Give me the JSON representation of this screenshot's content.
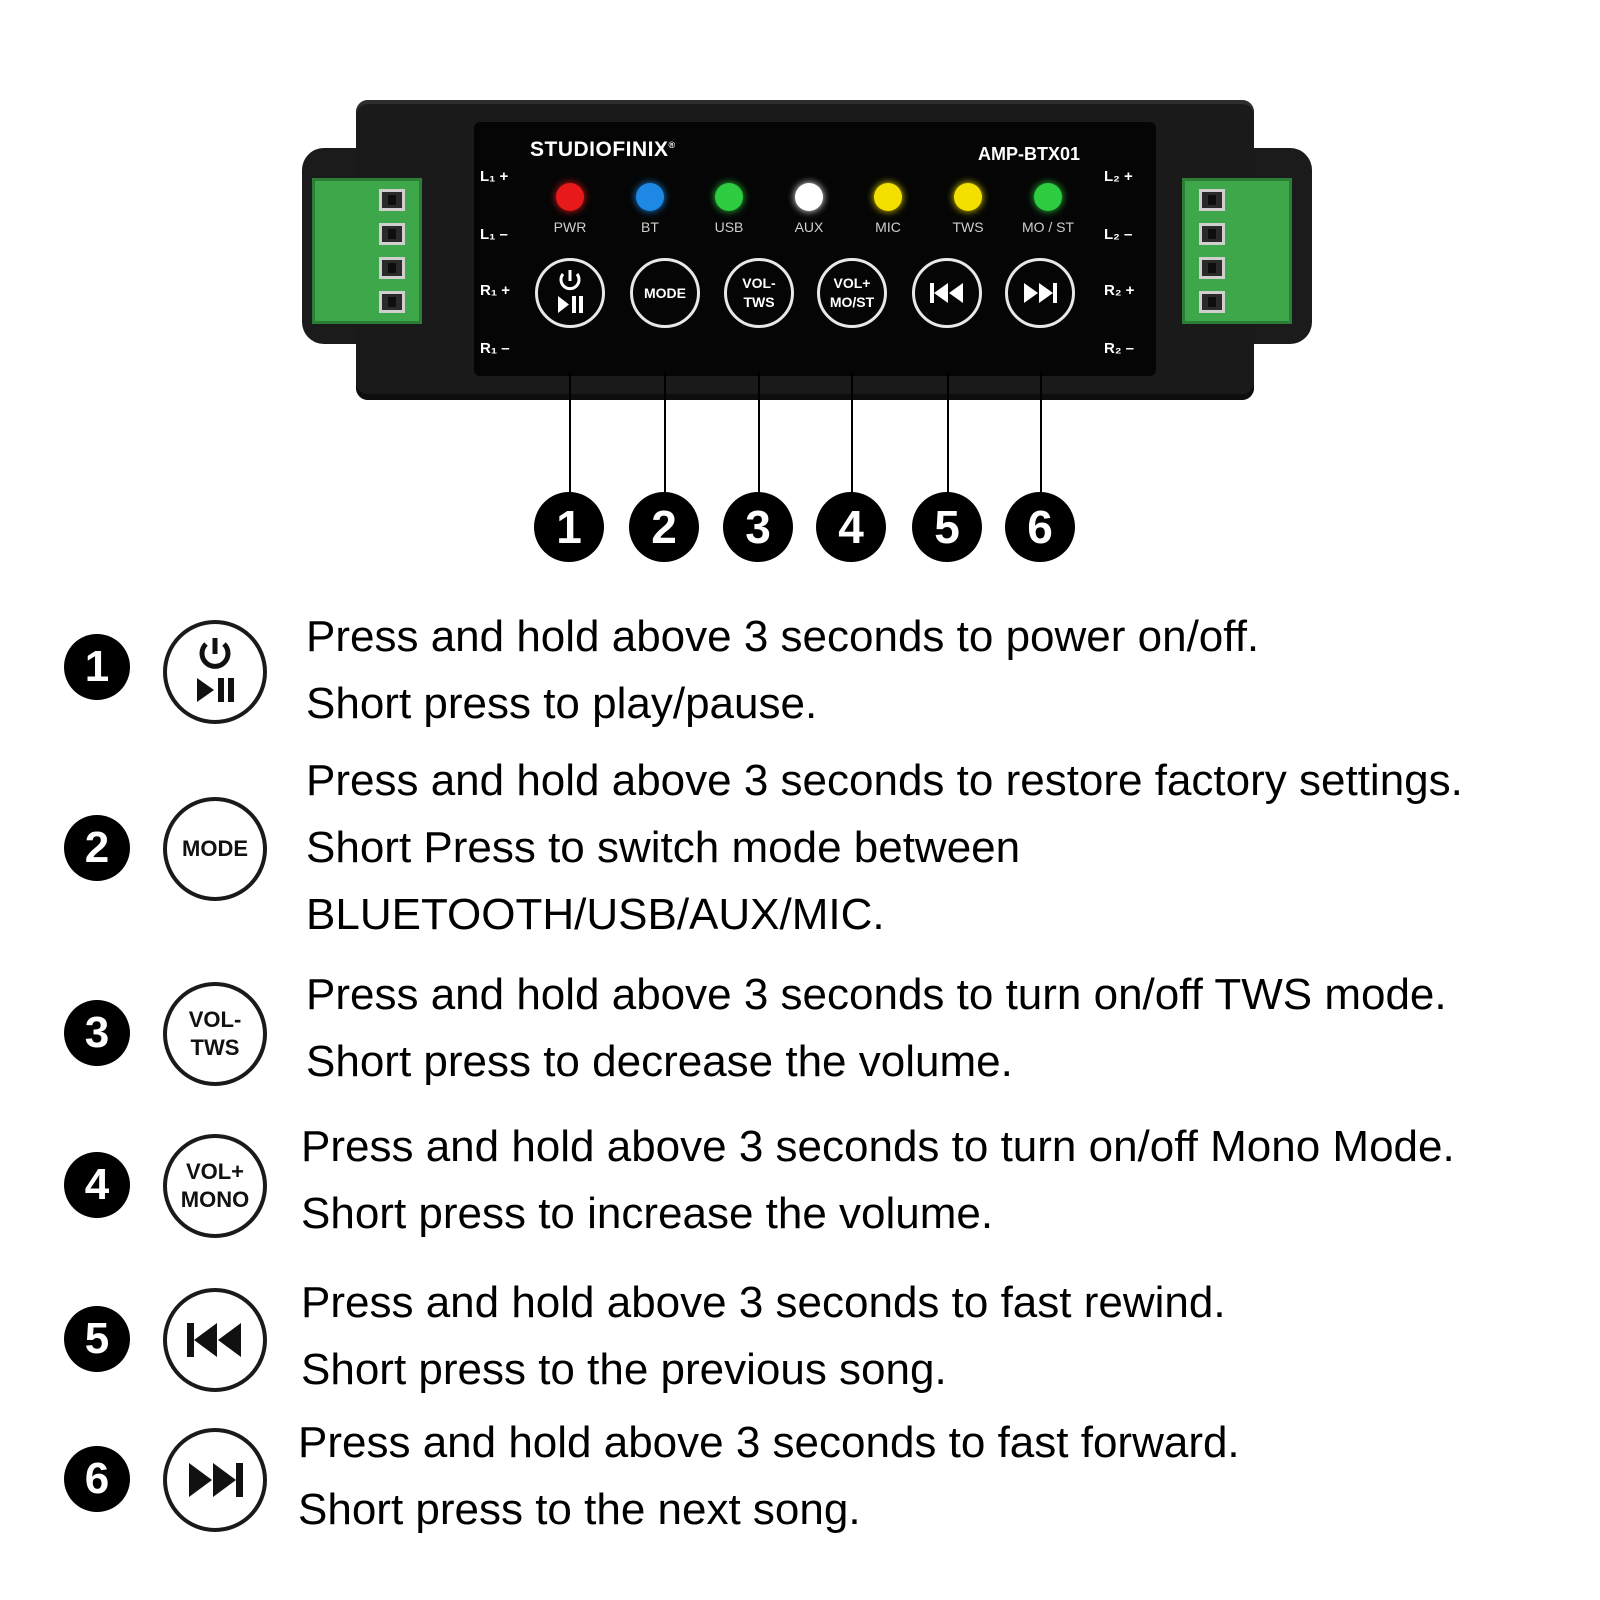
{
  "device": {
    "brand": "STUDIOFINIX",
    "brand_mark": "®",
    "model": "AMP-BTX01",
    "channels_left": [
      "L₁ +",
      "L₁ –",
      "R₁ +",
      "R₁ –"
    ],
    "channels_right": [
      "L₂ +",
      "L₂ –",
      "R₂ +",
      "R₂ –"
    ],
    "leds": [
      {
        "label": "PWR",
        "color": "#e8191b"
      },
      {
        "label": "BT",
        "color": "#1e88e5"
      },
      {
        "label": "USB",
        "color": "#2ecc40"
      },
      {
        "label": "AUX",
        "color": "#ffffff"
      },
      {
        "label": "MIC",
        "color": "#f2df00"
      },
      {
        "label": "TWS",
        "color": "#f2df00"
      },
      {
        "label": "MO / ST",
        "color": "#2ecc40"
      }
    ],
    "buttons": [
      {
        "icon": "power-play-pause-icon"
      },
      {
        "text": "MODE"
      },
      {
        "line1": "VOL-",
        "line2": "TWS"
      },
      {
        "line1": "VOL+",
        "line2": "MO/ST"
      },
      {
        "icon": "previous-track-icon"
      },
      {
        "icon": "next-track-icon"
      }
    ],
    "terminal_color": "#3ea74a"
  },
  "callouts": [
    "1",
    "2",
    "3",
    "4",
    "5",
    "6"
  ],
  "instructions": [
    {
      "number": "1",
      "icon": "power-play-pause-icon",
      "lines": [
        "Press and hold above 3 seconds to power on/off.",
        "Short press to play/pause."
      ]
    },
    {
      "number": "2",
      "button_text": "MODE",
      "lines": [
        "Press and hold above 3 seconds to restore factory settings.",
        "Short Press to switch mode between",
        "BLUETOOTH/USB/AUX/MIC."
      ]
    },
    {
      "number": "3",
      "button_line1": "VOL-",
      "button_line2": "TWS",
      "lines": [
        "Press and hold above 3 seconds to turn on/off TWS mode.",
        "Short press to decrease the volume."
      ]
    },
    {
      "number": "4",
      "button_line1": "VOL+",
      "button_line2": "MONO",
      "lines": [
        "Press and hold above 3 seconds to turn on/off Mono Mode.",
        "Short press to increase the volume."
      ]
    },
    {
      "number": "5",
      "icon": "previous-track-icon",
      "lines": [
        "Press and hold above 3 seconds to fast rewind.",
        "Short press to the previous song."
      ]
    },
    {
      "number": "6",
      "icon": "next-track-icon",
      "lines": [
        "Press and hold above 3 seconds to fast forward.",
        "Short press to the next song."
      ]
    }
  ]
}
